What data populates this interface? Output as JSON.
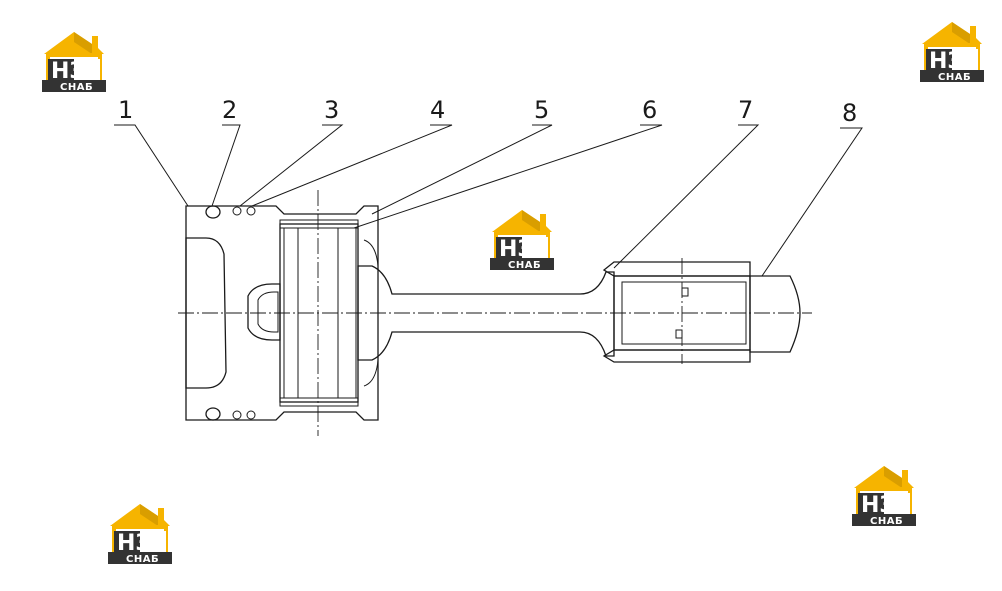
{
  "diagram": {
    "callouts": [
      "1",
      "2",
      "3",
      "4",
      "5",
      "6",
      "7",
      "8"
    ]
  },
  "watermark": {
    "mark": "НЗ",
    "caption": "СНАБ",
    "colors": {
      "yellow": "#f6b400",
      "dark": "#333333",
      "white": "#ffffff"
    }
  },
  "colors": {
    "line": "#1a1a1a",
    "background": "#ffffff"
  }
}
